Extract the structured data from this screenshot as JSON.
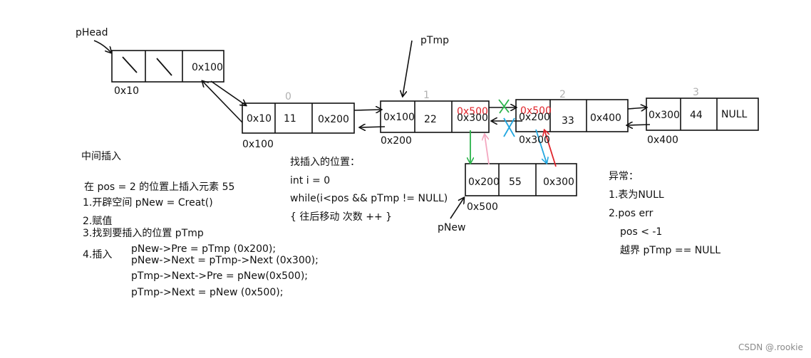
{
  "labels": {
    "phead": "pHead",
    "ptmp": "pTmp",
    "pnew": "pNew"
  },
  "head": {
    "cells": [
      "\\",
      "\\",
      "0x100"
    ],
    "addr": "0x10"
  },
  "nodes": [
    {
      "index": "0",
      "cells": [
        "0x10",
        "11",
        "0x200"
      ],
      "addr": "0x100"
    },
    {
      "index": "1",
      "cells": [
        "0x100",
        "22",
        "0x300"
      ],
      "overwrite": "0x500",
      "addr": "0x200"
    },
    {
      "index": "2",
      "cells": [
        "0x200",
        "33",
        "0x400"
      ],
      "overwrite": "0x500",
      "addr": "0x300"
    },
    {
      "index": "3",
      "cells": [
        "0x300",
        "44",
        "NULL"
      ],
      "addr": "0x400"
    }
  ],
  "new_node": {
    "cells": [
      "0x200",
      "55",
      "0x300"
    ],
    "addr": "0x500"
  },
  "notes_left": {
    "title": "中间插入",
    "line1": "在 pos = 2 的位置上插入元素  55",
    "line2": "1.开辟空间  pNew = Creat()",
    "line3": "2.赋值",
    "line4": "3.找到要插入的位置  pTmp",
    "line5_label": "4.插入",
    "code": [
      "pNew->Pre = pTmp (0x200);",
      "pNew->Next = pTmp->Next (0x300);",
      "pTmp->Next->Pre = pNew(0x500);",
      "pTmp->Next =  pNew (0x500);"
    ]
  },
  "notes_middle": {
    "title": "找插入的位置：",
    "line1": "int i = 0",
    "line2": "while(i<pos && pTmp != NULL)",
    "line3": "{    往后移动   次数 ++  }"
  },
  "notes_right": {
    "title": "异常：",
    "line1": "1.表为NULL",
    "line2": "2.pos err",
    "line3": "pos < -1",
    "line4": "越界   pTmp == NULL"
  },
  "watermark": "CSDN @.rookie",
  "colors": {
    "ink": "#111111",
    "index_gray": "#b0b0b0",
    "red": "#e0242b",
    "green": "#2ab34a",
    "pink": "#f4a7c0",
    "blue": "#22a7e0"
  }
}
